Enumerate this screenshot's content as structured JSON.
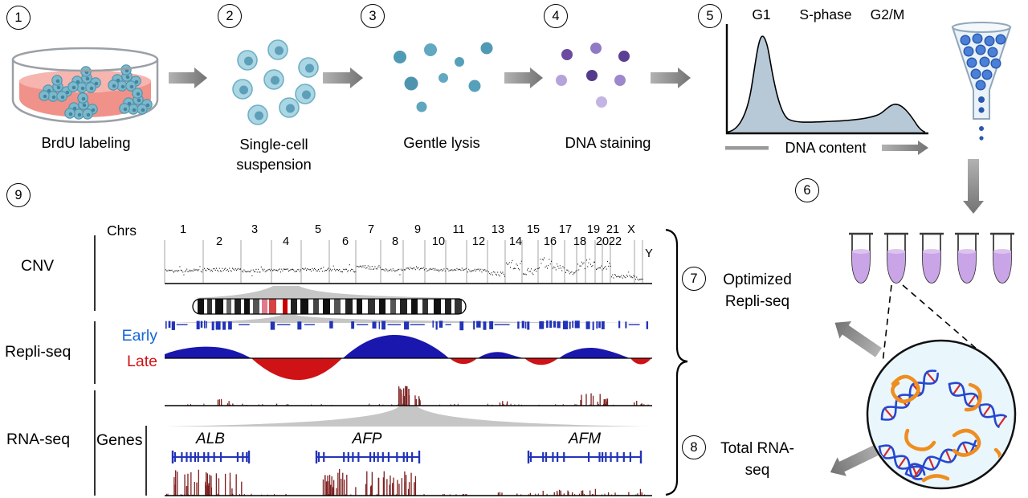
{
  "steps": [
    {
      "num": "1",
      "label": "BrdU labeling"
    },
    {
      "num": "2",
      "label": "Single-cell suspension"
    },
    {
      "num": "3",
      "label": "Gentle lysis"
    },
    {
      "num": "4",
      "label": "DNA staining"
    },
    {
      "num": "5",
      "label": ""
    },
    {
      "num": "6",
      "label": ""
    },
    {
      "num": "7",
      "label": "Optimized Repli-seq"
    },
    {
      "num": "8",
      "label": "Total RNA-seq"
    },
    {
      "num": "9",
      "label": ""
    }
  ],
  "histogram": {
    "g1": "G1",
    "sphase": "S-phase",
    "g2m": "G2/M",
    "xlabel": "DNA content"
  },
  "tracks": {
    "cnv": "CNV",
    "chrs": "Chrs",
    "repliseq": "Repli-seq",
    "early": "Early",
    "late": "Late",
    "rnaseq": "RNA-seq",
    "genes_label": "Genes",
    "chr_row1": [
      "1",
      "3",
      "5",
      "7",
      "9",
      "11",
      "13",
      "15",
      "17",
      "19",
      "21",
      "X"
    ],
    "chr_row2": [
      "2",
      "4",
      "6",
      "8",
      "10",
      "12",
      "14",
      "16",
      "18",
      "20",
      "22"
    ],
    "chr_y": "Y",
    "gene_names": [
      "ALB",
      "AFP",
      "AFM"
    ]
  },
  "colors": {
    "early": "#1a17ae",
    "late": "#cf1215",
    "early_text": "#1566d6",
    "late_text": "#cf1215",
    "gene_blue": "#2233b8",
    "rna_maroon": "#7d1e1e",
    "flare_gray": "#c6c6c6",
    "hist_fill": "#b7c8d7",
    "tube_liquid": "#c9a4e6",
    "cell_fill": "#abd6e4",
    "cell_nucleus": "#5d9fb8",
    "lysed_cell": "#57a0ba",
    "stain_purple": "#6a4ba0",
    "sorter_cell_blue": "#4a80d8",
    "rna_orange": "#ef8d1f",
    "dna_strand_blue": "#2647d0",
    "dna_rung_red": "#d42a2a"
  }
}
